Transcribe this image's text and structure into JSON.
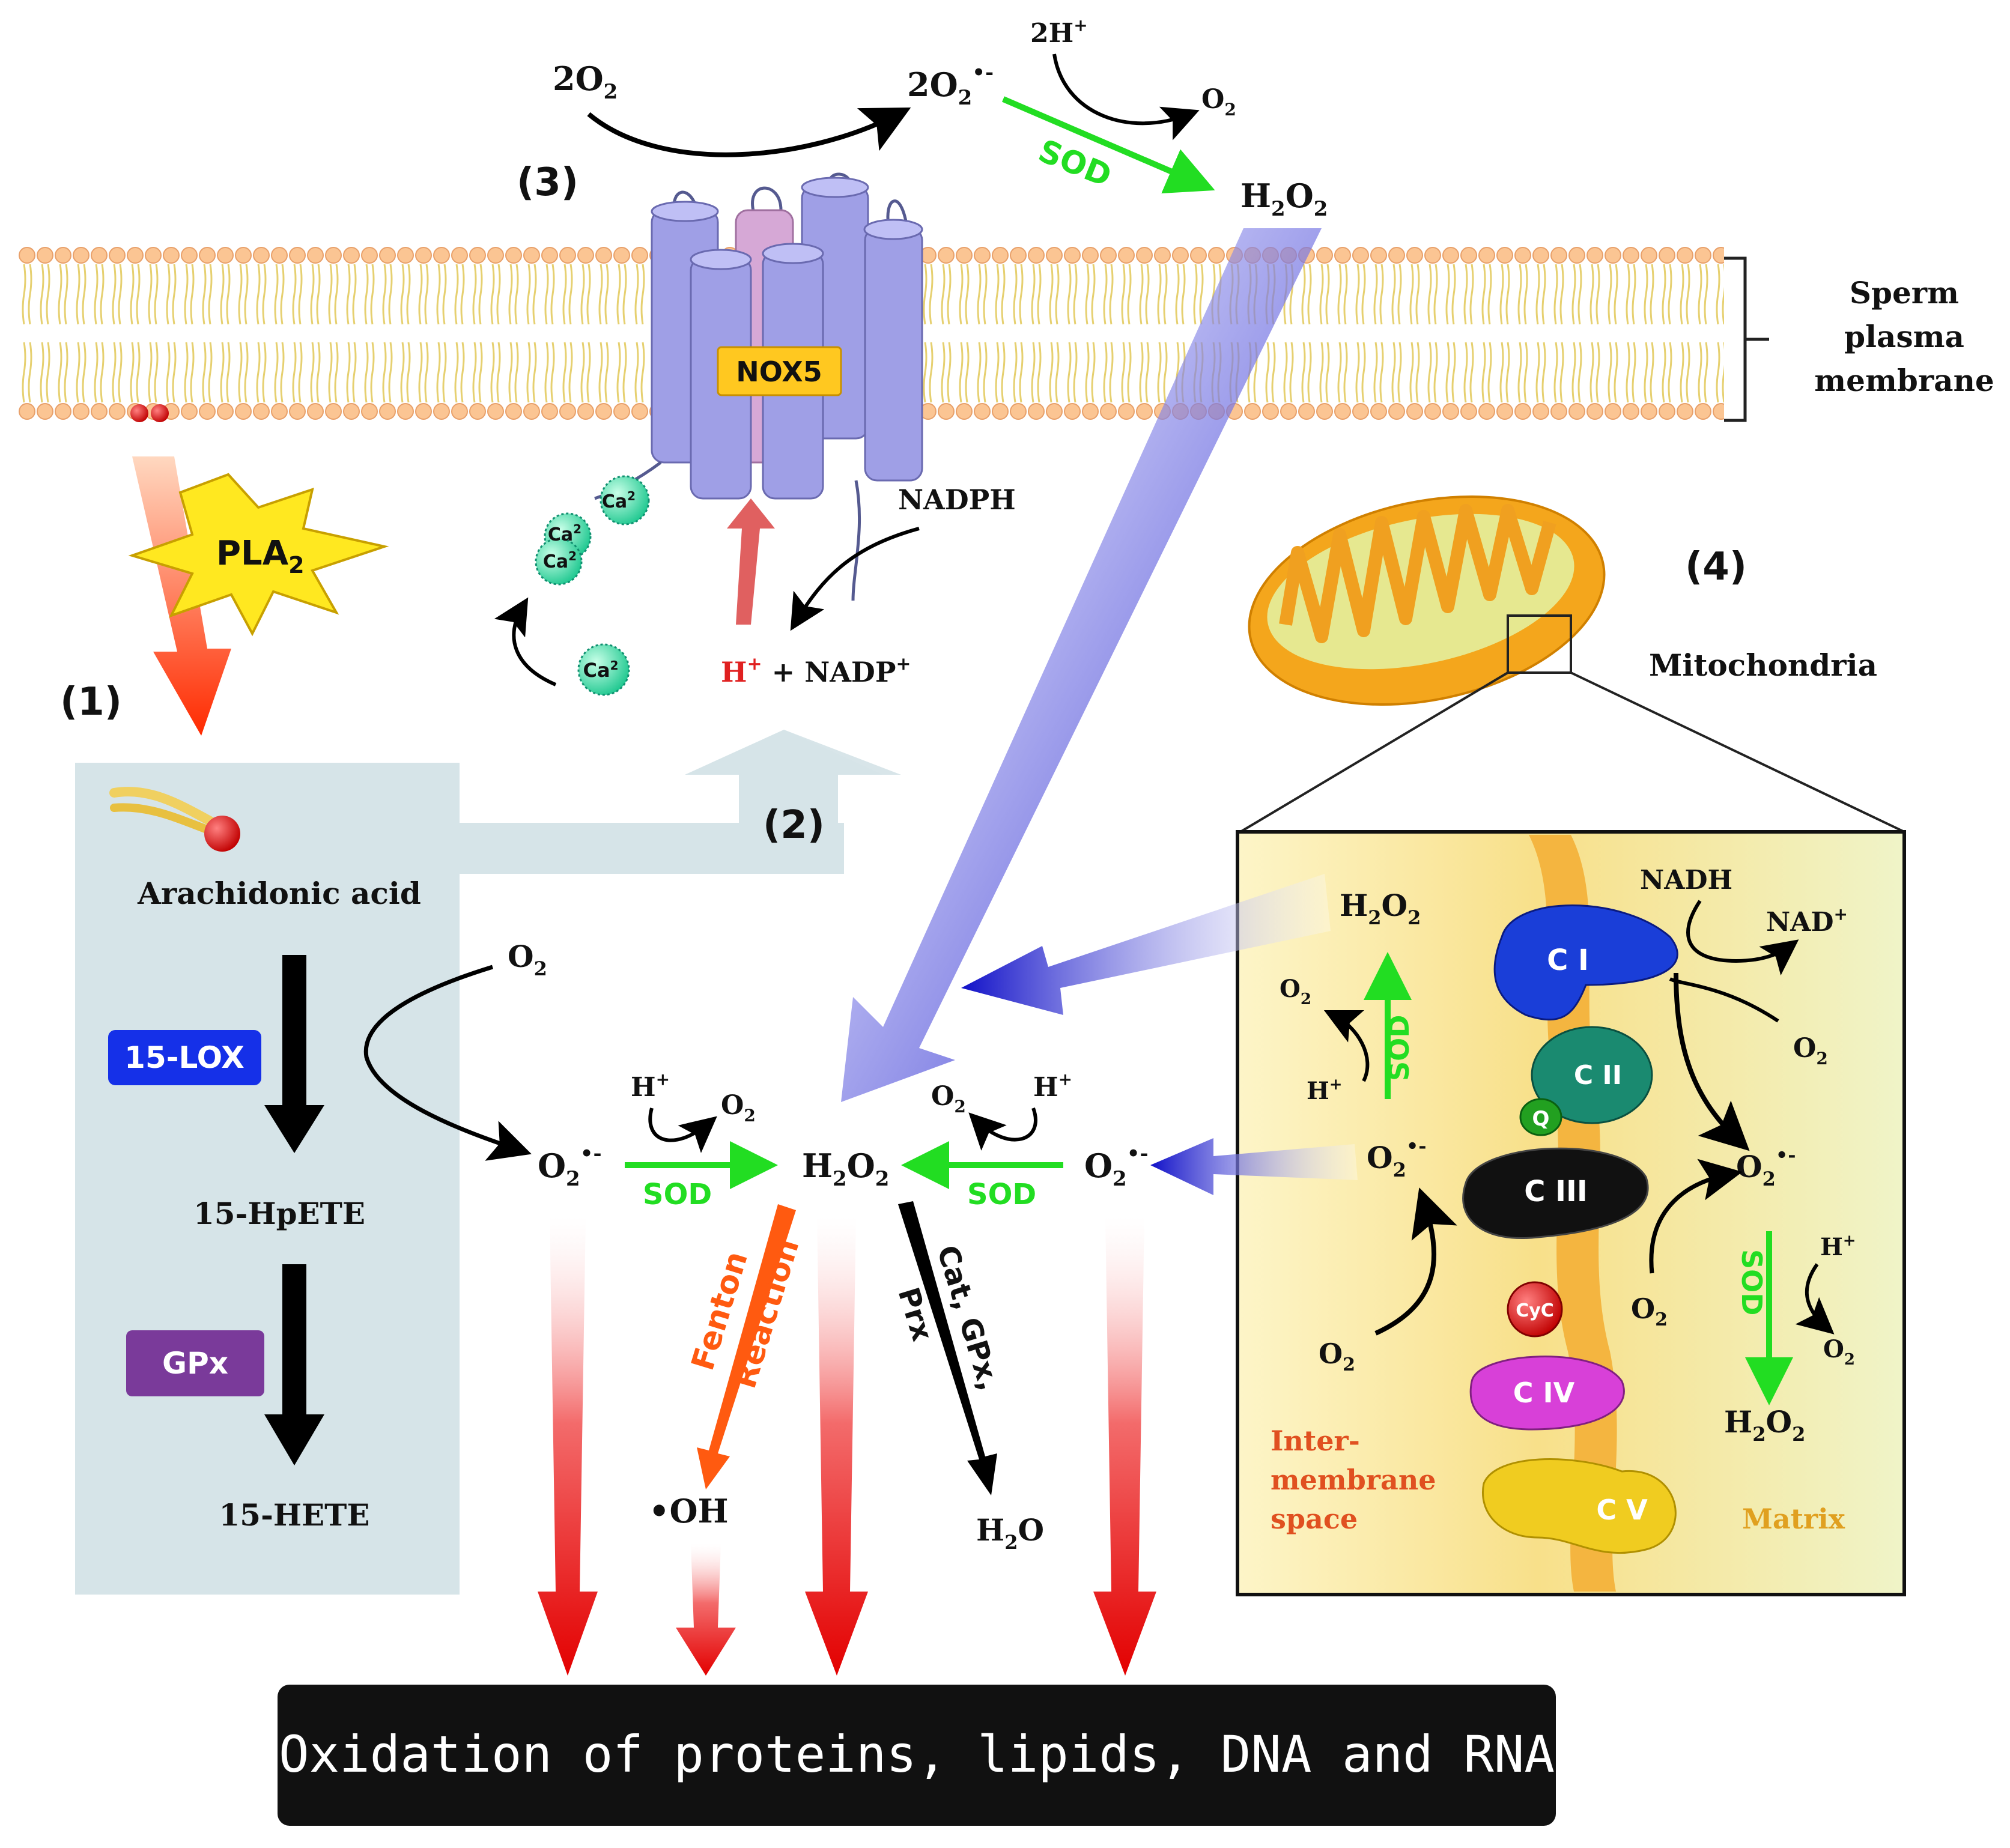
{
  "labels": {
    "n1": "(1)",
    "n2": "(2)",
    "n3": "(3)",
    "n4": "(4)",
    "pla2": "PLA",
    "pla2_sub": "2",
    "arachidonic": "Arachidonic acid",
    "lox": "15-LOX",
    "hpete": "15-HpETE",
    "gpx": "GPx",
    "hete": "15-HETE",
    "nox5": "NOX5",
    "nadph": "NADPH",
    "hplus": "H",
    "nadp": "NADP",
    "ca": "Ca",
    "ca_sup": "2",
    "o2": "O",
    "two": "2",
    "two_o2": "2O",
    "two_h": "2H",
    "h2o2_h": "H",
    "sod": "SOD",
    "hplus_small": "H",
    "fenton": "Fenton",
    "reaction": "Reaction",
    "cat": "Cat, GPx,",
    "prx": "Prx",
    "oh": "•OH",
    "h2o": "H",
    "h2o_o": "O",
    "sperm": "Sperm",
    "plasma": "plasma",
    "membrane_word": "membrane",
    "mitochondria": "Mitochondria",
    "nadh": "NADH",
    "nad": "NAD",
    "c1": "C I",
    "c2": "C II",
    "c3": "C III",
    "c4": "C IV",
    "c5": "C V",
    "q": "Q",
    "cyc": "CyC",
    "inter1": "Inter-",
    "inter2": "membrane",
    "inter3": "space",
    "matrix": "Matrix",
    "bottom": "Oxidation of proteins, lipids, DNA and RNA"
  },
  "colors": {
    "green": "#22dd22",
    "red": "#e02020",
    "blue": "#2222cc",
    "orange": "#ff5a10",
    "panel": "#d6e4e8",
    "nox": "#9f9fe6"
  }
}
